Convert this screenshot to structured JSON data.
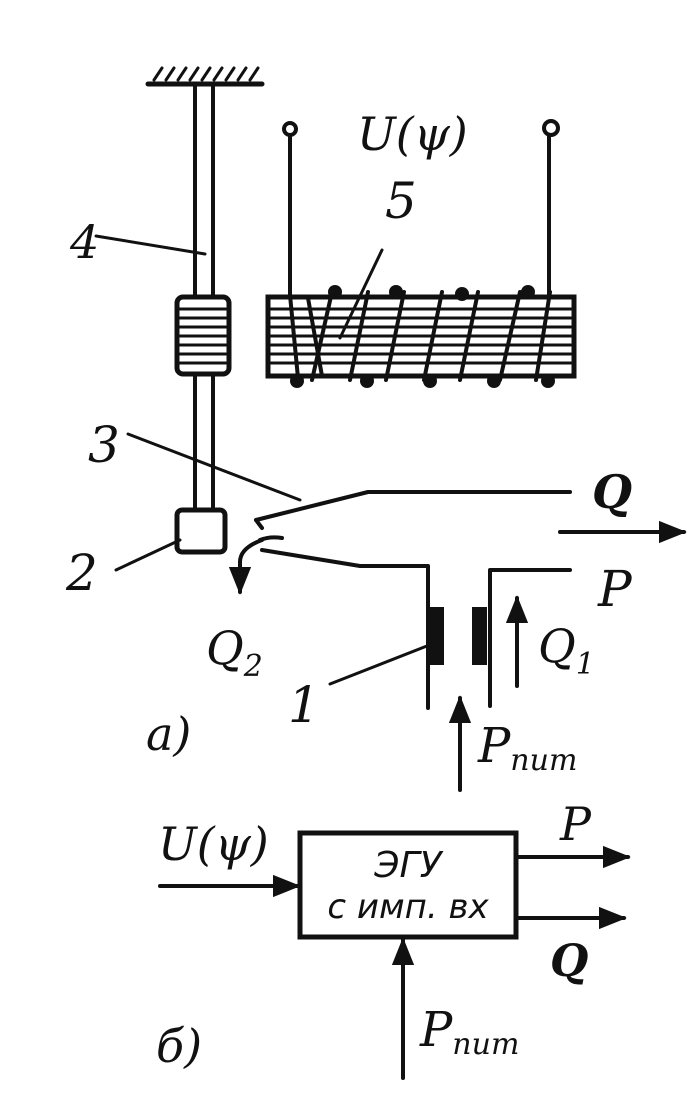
{
  "diagram_a": {
    "voltage_label": "U(ψ)",
    "label_1": "1",
    "label_2": "2",
    "label_3": "3",
    "label_4": "4",
    "label_5": "5",
    "flow_out": "Q",
    "pressure_out": "P",
    "flow_q2_main": "Q",
    "flow_q2_sub": "2",
    "flow_q1_main": "Q",
    "flow_q1_sub": "1",
    "supply_main": "P",
    "supply_sub": "пит",
    "caption": "a)"
  },
  "diagram_b": {
    "input_label": "U(ψ)",
    "block_line1": "ЭГУ",
    "block_line2": "с имп. вх",
    "output_p": "P",
    "output_q": "Q",
    "supply_main": "P",
    "supply_sub": "пит",
    "caption": "б)"
  }
}
